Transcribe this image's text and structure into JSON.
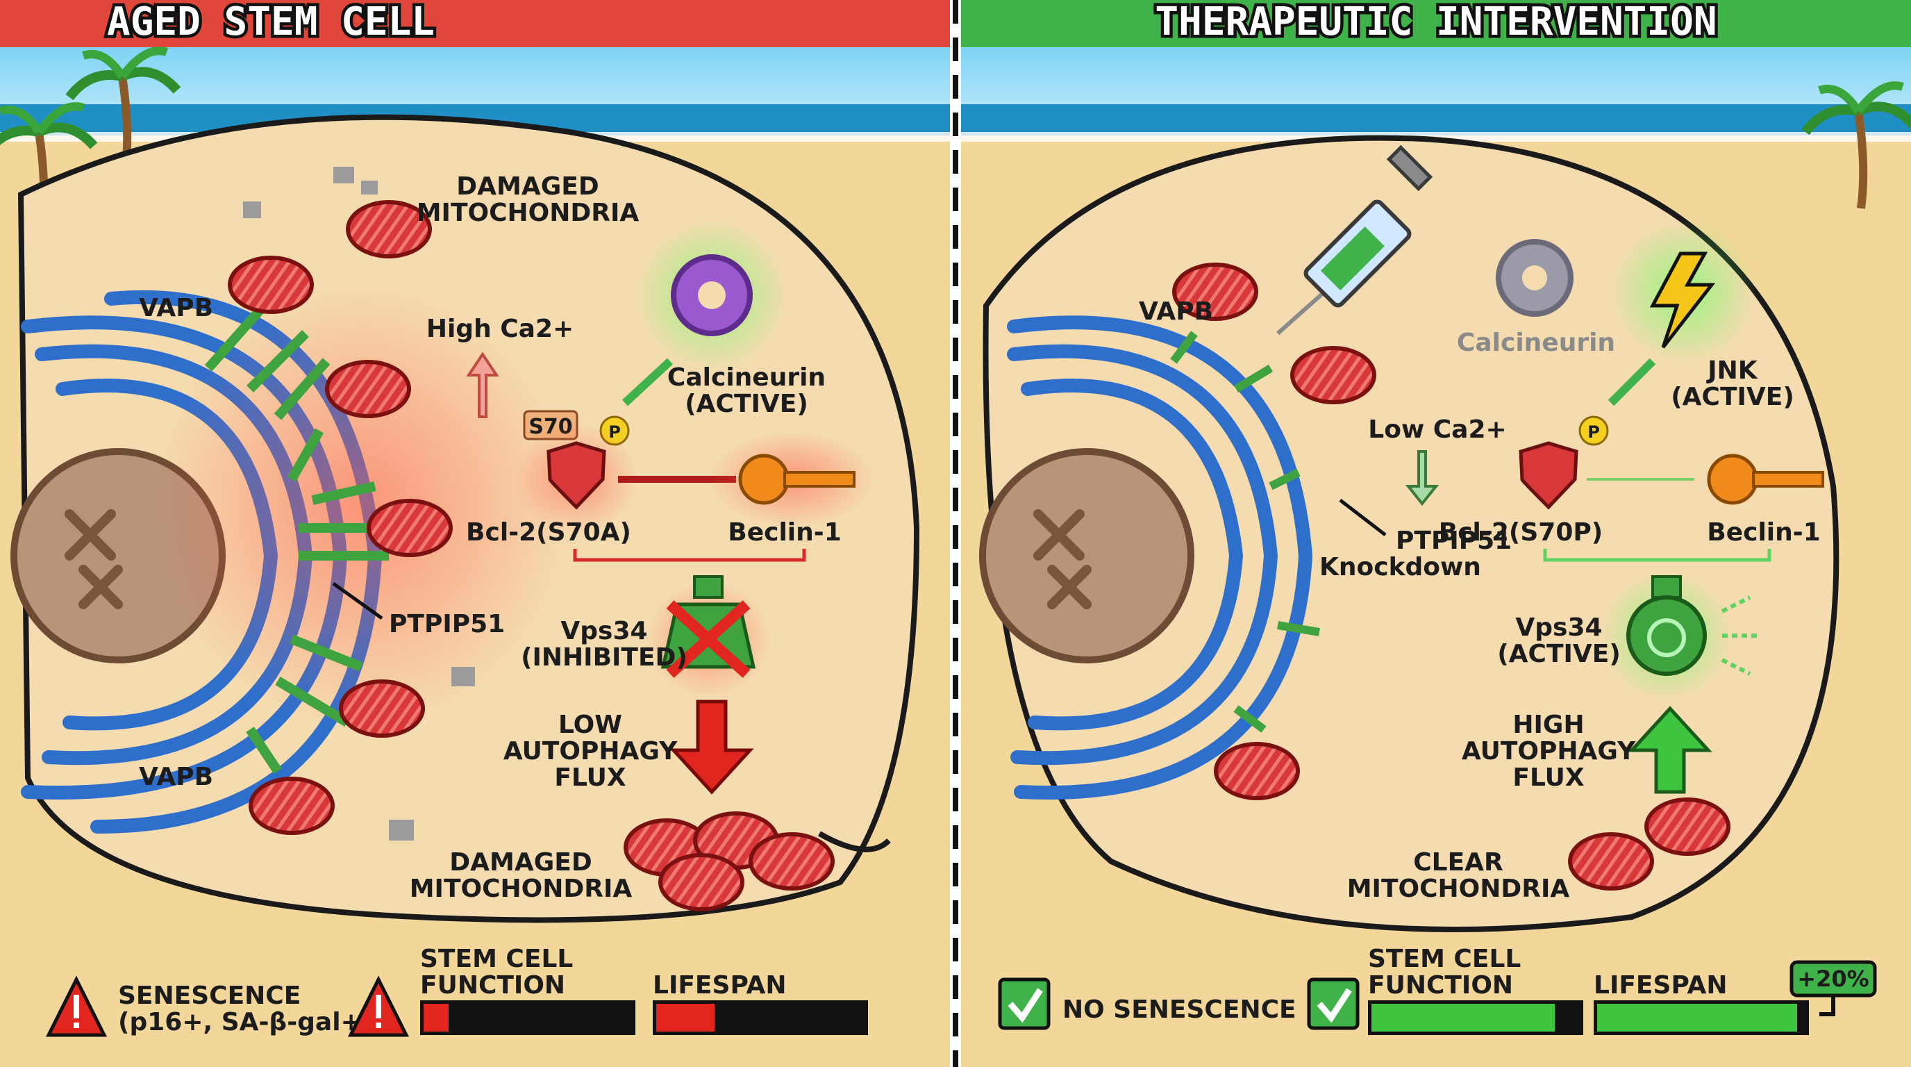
{
  "left_panel": {
    "title": "AGED STEM CELL",
    "header_color": "#e0463a",
    "labels": {
      "vapb_top": "VAPB",
      "vapb_bottom": "VAPB",
      "damaged_mito_top_1": "DAMAGED",
      "damaged_mito_top_2": "MITOCHONDRIA",
      "high_ca": "High Ca2+",
      "calcineurin_1": "Calcineurin",
      "calcineurin_2": "(ACTIVE)",
      "s70": "S70",
      "p": "P",
      "bcl2": "Bcl-2(S70A)",
      "beclin": "Beclin-1",
      "ptpip51": "PTPIP51",
      "vps34_1": "Vps34",
      "vps34_2": "(INHIBITED)",
      "flux_1": "LOW",
      "flux_2": "AUTOPHAGY",
      "flux_3": "FLUX",
      "damaged_mito_bottom_1": "DAMAGED",
      "damaged_mito_bottom_2": "MITOCHONDRIA"
    },
    "status": {
      "senescence_1": "SENESCENCE",
      "senescence_2": "(p16+, SA-β-gal+)",
      "stem_1": "STEM CELL",
      "stem_2": "FUNCTION",
      "lifespan": "LIFESPAN",
      "stem_level": 0.12,
      "lifespan_level": 0.28
    }
  },
  "right_panel": {
    "title": "THERAPEUTIC INTERVENTION",
    "header_color": "#3fb34a",
    "labels": {
      "vapb": "VAPB",
      "calcineurin": "Calcineurin",
      "jnk_1": "JNK",
      "jnk_2": "(ACTIVE)",
      "low_ca": "Low Ca2+",
      "p": "P",
      "ptpip51_1": "PTPIP51",
      "ptpip51_2": "Knockdown",
      "bcl2": "Bcl-2(S70P)",
      "beclin": "Beclin-1",
      "vps34_1": "Vps34",
      "vps34_2": "(ACTIVE)",
      "flux_1": "HIGH",
      "flux_2": "AUTOPHAGY",
      "flux_3": "FLUX",
      "clear_1": "CLEAR",
      "clear_2": "MITOCHONDRIA"
    },
    "status": {
      "senescence": "NO SENESCENCE",
      "stem_1": "STEM CELL",
      "stem_2": "FUNCTION",
      "lifespan": "LIFESPAN",
      "lifespan_badge": "+20%",
      "stem_level": 0.88,
      "lifespan_level": 0.96
    }
  }
}
